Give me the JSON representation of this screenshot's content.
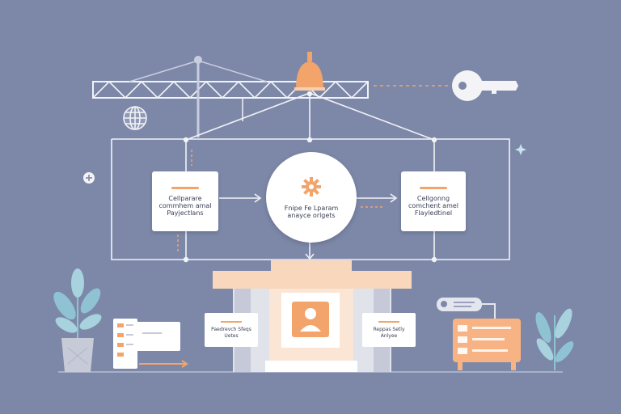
{
  "colors": {
    "background": "#7d88a8",
    "line": "#f2f3f7",
    "accent": "#f2a46b",
    "accent_light": "#f8cfae",
    "plant": "#8fc3d3",
    "pot": "#c7cbd8"
  },
  "nodes": {
    "left_box": {
      "text": "Cellparare\ncommhem amal\nPayjectlans"
    },
    "center": {
      "text": "Fnipe Fe Lparam\nanayce orlgets"
    },
    "right_box": {
      "text": "Cellgonng\ncomchent amel\nFlayledtinel"
    }
  },
  "building": {
    "left_card": {
      "text": "Paedrevch Sfeqs\nUetes"
    },
    "right_card": {
      "text": "Reppas Setly\nAnlyee"
    }
  },
  "icons": [
    "crane-icon",
    "lamp-icon",
    "key-icon",
    "globe-icon",
    "gear-icon",
    "user-icon",
    "plant-icon",
    "document-icon",
    "usb-device-icon",
    "dashboard-panel-icon",
    "sparkle-icon"
  ]
}
